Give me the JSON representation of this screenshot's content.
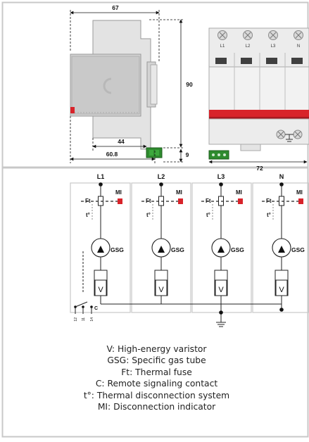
{
  "dimensions": {
    "width_top": "67",
    "height_right": "90",
    "dim_9": "9",
    "dim_44": "44",
    "dim_60_8": "60.8",
    "width_front": "72"
  },
  "terminals_top": [
    "L1",
    "L2",
    "L3",
    "N"
  ],
  "circuit": {
    "poles": [
      "L1",
      "L2",
      "L3",
      "N"
    ],
    "ft": "Ft",
    "mi": "MI",
    "t": "t°",
    "gsg": "GSG",
    "v": "V",
    "c": "C",
    "contacts": [
      "12",
      "11",
      "14"
    ]
  },
  "legend": [
    "V: High-energy varistor",
    "GSG: Specific gas tube",
    "Ft: Thermal fuse",
    "C: Remote signaling contact",
    "t°: Thermal disconnection system",
    "MI: Disconnection indicator"
  ],
  "colors": {
    "red": "#d8232a",
    "green": "#2e8b2e",
    "panel_border": "#c8c8c8"
  }
}
